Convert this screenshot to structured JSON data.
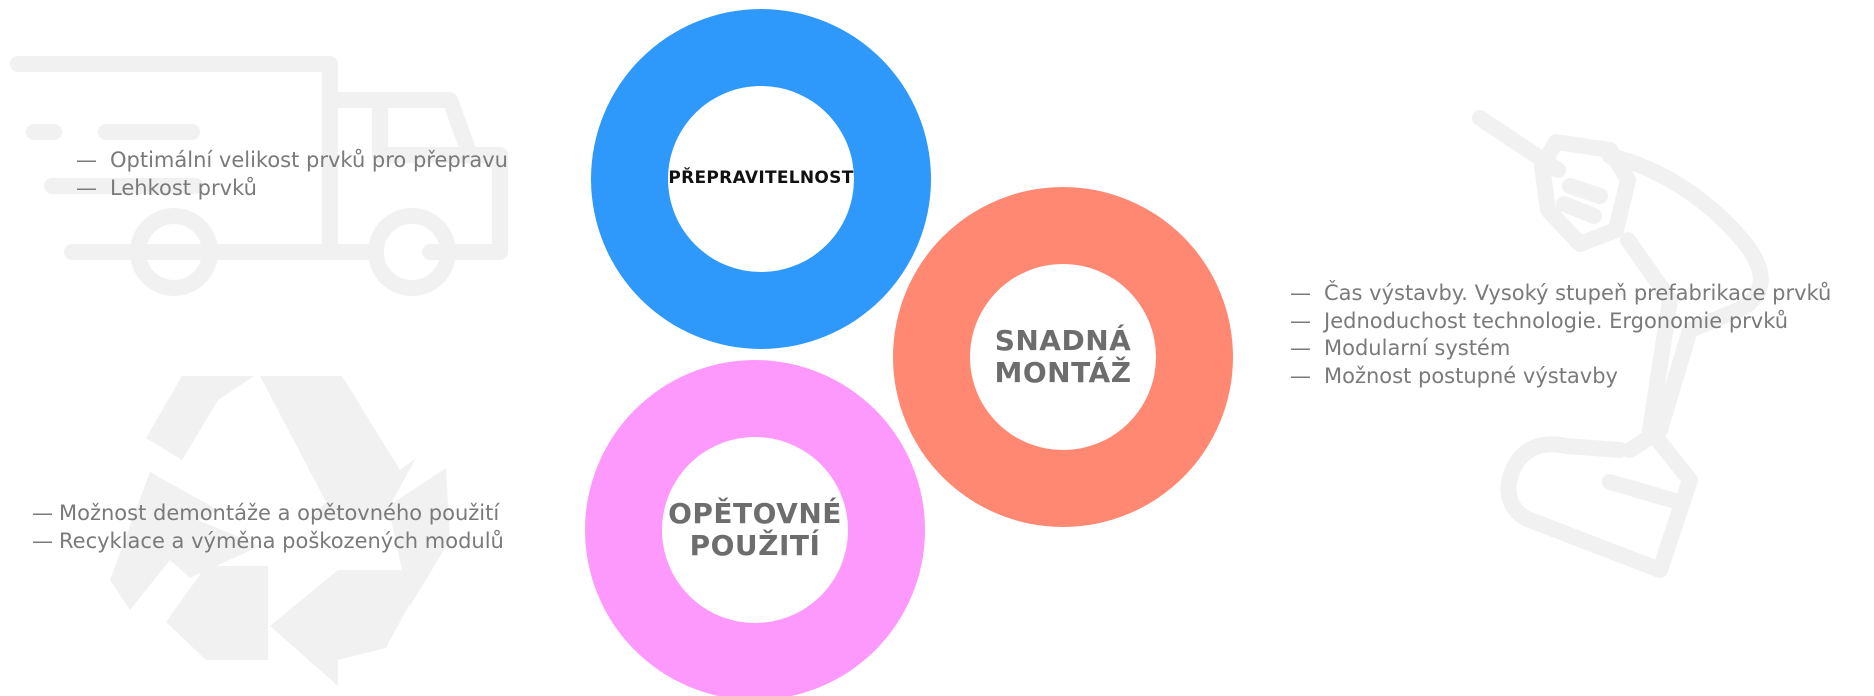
{
  "colors": {
    "transport_ring": "#2f98fb",
    "assembly_ring": "#ff8873",
    "reuse_ring": "#fd99fd",
    "background_icon": "#f1f1f1",
    "label_dark": "#111111",
    "label_grey": "#6d6d6d",
    "bullet_text": "#7a7a7a"
  },
  "background_icons": [
    "truck-icon",
    "recycle-icon",
    "drill-icon"
  ],
  "circles": {
    "transport": {
      "label": "PŘEPRAVITELNOST"
    },
    "assembly": {
      "label": "SNADNÁ\nMONTÁŽ"
    },
    "reuse": {
      "label": "OPĚTOVNÉ\nPOUŽITÍ"
    }
  },
  "bullet_dash": "—",
  "lists": {
    "transport": [
      "Optimální velikost prvků pro přepravu",
      "Lehkost prvků"
    ],
    "assembly": [
      "Čas výstavby. Vysoký stupeň prefabrikace prvků",
      "Jednoduchost technologie. Ergonomie prvků",
      "Modularní systém",
      "Možnost postupné výstavby"
    ],
    "reuse": [
      "Možnost demontáže a opětovného použití",
      "Recyklace a výměna poškozených modulů"
    ]
  }
}
